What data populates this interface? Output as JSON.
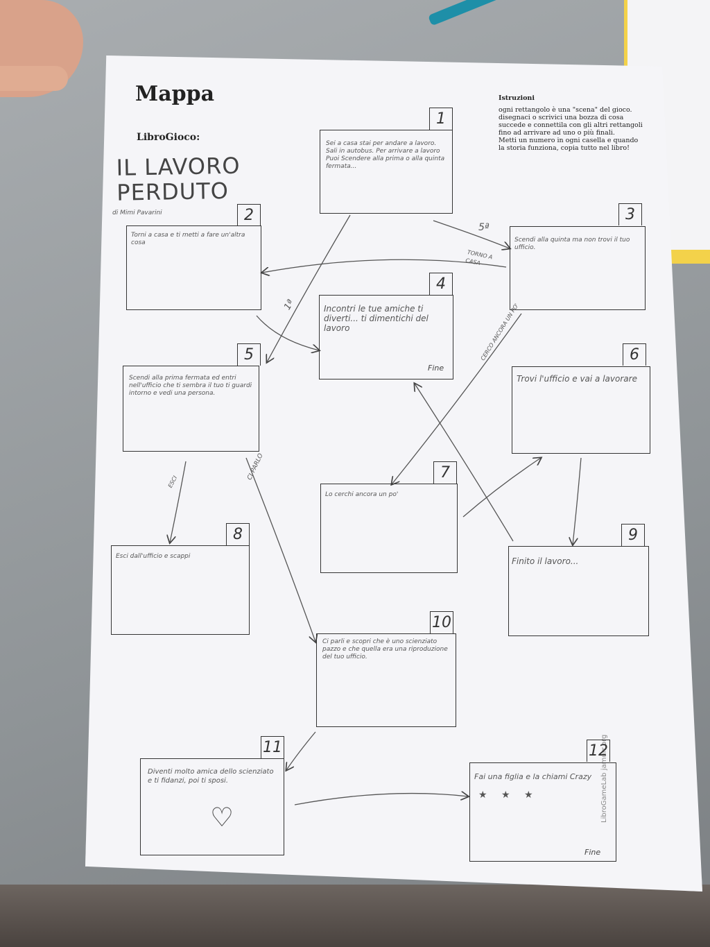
{
  "header": {
    "title": "Mappa",
    "subtitle": "LibroGioco:",
    "book_title_line1": "IL LAVORO",
    "book_title_line2": "PERDUTO",
    "author": "di Mimi Pavarini"
  },
  "instructions": {
    "heading": "Istruzioni",
    "line1": "ogni rettangolo è una \"scena\" del gioco. disegnaci o scrivici una bozza di cosa succede e connettila con gli altri rettangoli fino ad arrivare ad uno o più finali.",
    "line2": "Metti un numero in ogni casella e quando la storia funziona, copia tutto nel libro!"
  },
  "credit": "LibroGameLab jamurr.org",
  "scenes": {
    "s1": {
      "num": "1",
      "text": "Sei a casa stai per andare a lavoro. Sali in autobus. Per arrivare a lavoro Puoi Scendere alla prima o alla quinta fermata..."
    },
    "s2": {
      "num": "2",
      "text": "Torni a casa e ti metti a fare un'altra cosa"
    },
    "s3": {
      "num": "3",
      "text": "Scendi alla quinta ma non trovi il tuo ufficio."
    },
    "s4": {
      "num": "4",
      "text": "Incontri le tue amiche ti diverti... ti dimentichi del lavoro",
      "ending": "Fine"
    },
    "s5": {
      "num": "5",
      "text": "Scendi alla prima fermata ed entri nell'ufficio che ti sembra il tuo ti guardi intorno e vedi una persona."
    },
    "s6": {
      "num": "6",
      "text": "Trovi l'ufficio e vai a lavorare"
    },
    "s7": {
      "num": "7",
      "text": "Lo cerchi ancora un po'"
    },
    "s8": {
      "num": "8",
      "text": "Esci dall'ufficio e scappi"
    },
    "s9": {
      "num": "9",
      "text": "Finito il lavoro..."
    },
    "s10": {
      "num": "10",
      "text": "Ci parli e scopri che è uno scienziato pazzo e che quella era una riproduzione del tuo ufficio."
    },
    "s11": {
      "num": "11",
      "text": "Diventi molto amica dello scienziato e ti fidanzi, poi ti sposi."
    },
    "s12": {
      "num": "12",
      "text": "Fai una figlia e la chiami Crazy",
      "ending": "Fine"
    }
  },
  "link_labels": {
    "a": "5ª",
    "b": "1ª",
    "c": "TORNO A CASA",
    "d": "CERCO ANCORA UN PO'",
    "e": "ESCI",
    "f": "CI PARLO"
  }
}
